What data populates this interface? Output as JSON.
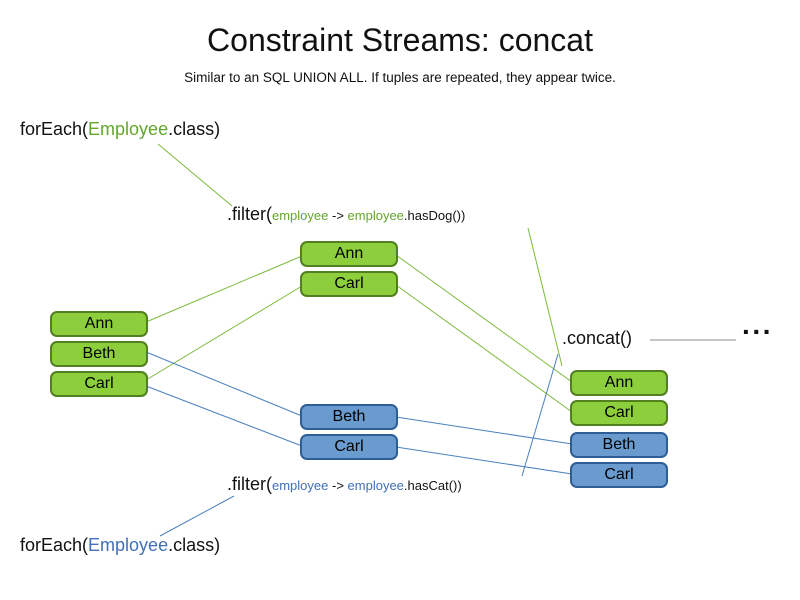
{
  "title": "Constraint Streams: concat",
  "subtitle": "Similar to an SQL UNION ALL. If tuples are repeated, they appear twice.",
  "colors": {
    "green_fill": "#8CCE3C",
    "green_border": "#527F1F",
    "green_text": "#62A62B",
    "green_line": "#7DB93C",
    "blue_fill": "#699BCE",
    "blue_border": "#2F5E96",
    "blue_text": "#4170B8",
    "blue_line": "#4B80BE"
  },
  "foreach_top": {
    "prefix": "forEach(",
    "class_name": "Employee",
    "suffix": ".class)"
  },
  "foreach_bottom": {
    "prefix": "forEach(",
    "class_name": "Employee",
    "suffix": ".class)"
  },
  "filter_dog": {
    "method": ".filter(",
    "param": "employee",
    "arrow": " -> ",
    "param2": "employee",
    "rest": ".hasDog())"
  },
  "filter_cat": {
    "method": ".filter(",
    "param": "employee",
    "arrow": " -> ",
    "param2": "employee",
    "rest": ".hasCat())"
  },
  "concat_label": ".concat()",
  "ellipsis": "···",
  "source_list": [
    "Ann",
    "Beth",
    "Carl"
  ],
  "dog_filtered": [
    "Ann",
    "Carl"
  ],
  "cat_filtered": [
    "Beth",
    "Carl"
  ],
  "result_list": [
    "Ann",
    "Carl",
    "Beth",
    "Carl"
  ]
}
